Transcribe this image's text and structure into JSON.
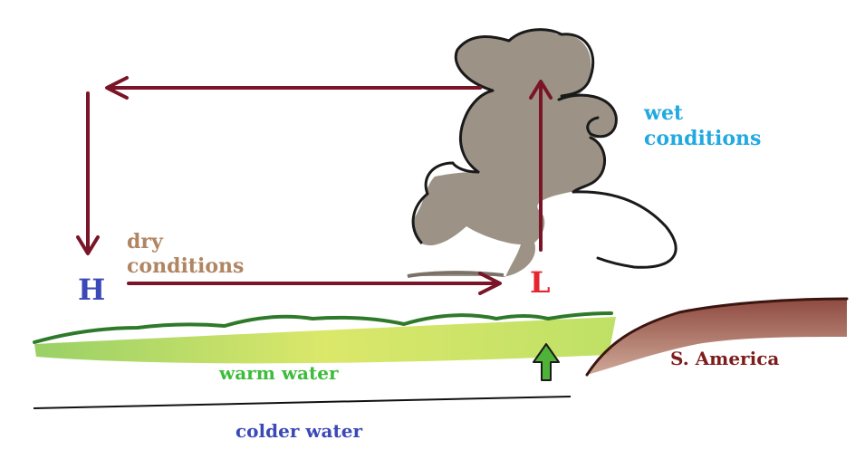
{
  "labels": {
    "high": "H",
    "low": "L",
    "dry_line1": "dry",
    "dry_line2": "conditions",
    "wet_line1": "wet",
    "wet_line2": "conditions",
    "warm_water": "warm water",
    "colder_water": "colder water",
    "continent": "S. America"
  },
  "colors": {
    "circulation_arrows": "#7a1528",
    "high_label": "#3b49b8",
    "low_label": "#e5252f",
    "dry_label": "#b08562",
    "wet_label": "#22a9e1",
    "warm_water": "#3cbc3a",
    "colder_water": "#3b49b8",
    "land": "#8b2b22",
    "cloud_fill": "#948a7c",
    "upwelling_arrow": "#4fb33a"
  },
  "icons": {
    "upwelling_arrow": "up-arrow-icon",
    "cloud": "cumulonimbus-cloud-icon"
  }
}
